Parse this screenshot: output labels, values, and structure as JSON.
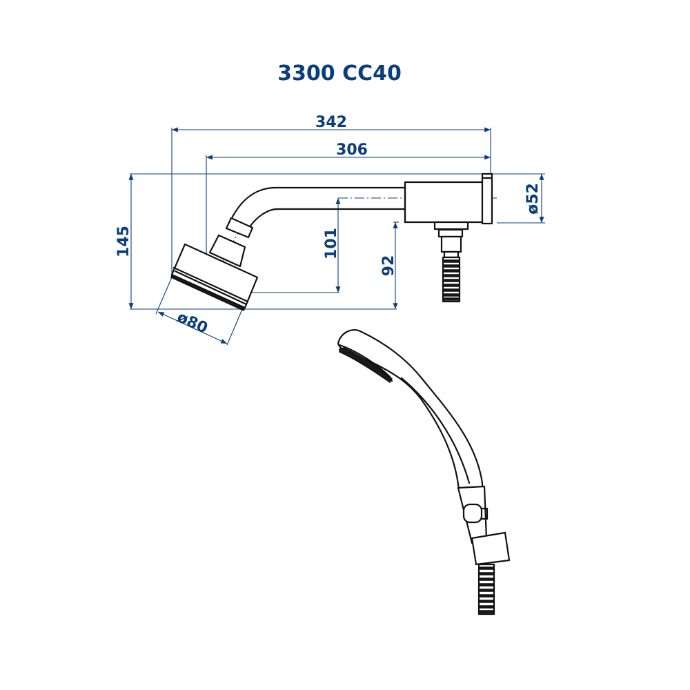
{
  "title": "3300 CC40",
  "dimension_color": "#0a3d7a",
  "part_color": "#111111",
  "dimensions": {
    "overall_length": "342",
    "arm_length": "306",
    "height": "145",
    "arm_drop": "101",
    "supply_drop": "92",
    "head_diameter": "ø80",
    "flange_diameter": "ø52"
  }
}
